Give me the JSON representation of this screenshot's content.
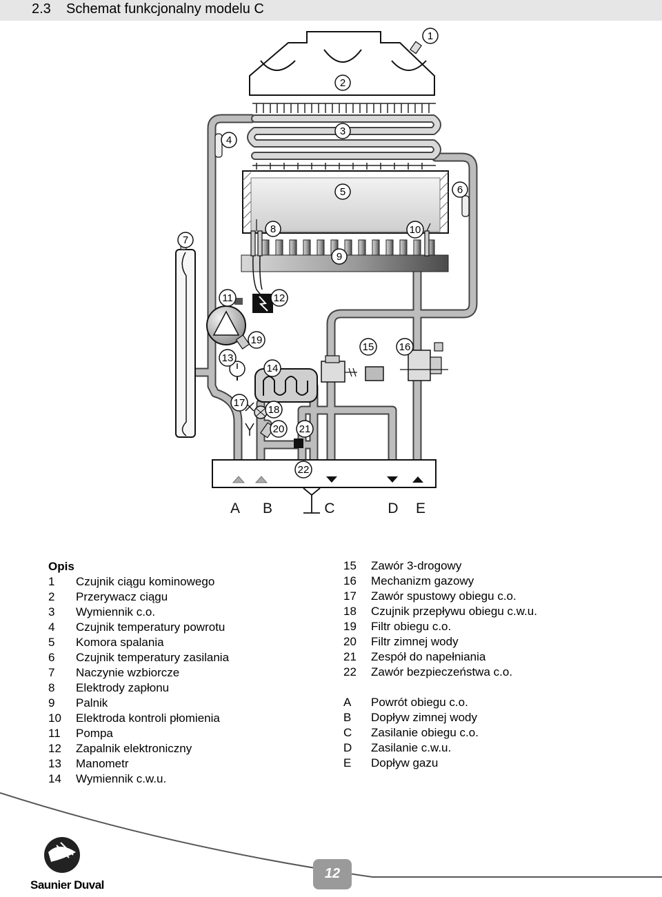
{
  "header": {
    "title": "2.3    Schemat funkcjonalny modelu C"
  },
  "diagram": {
    "markers": [
      "1",
      "2",
      "3",
      "4",
      "5",
      "6",
      "7",
      "8",
      "9",
      "10",
      "11",
      "12",
      "13",
      "14",
      "15",
      "16",
      "17",
      "18",
      "19",
      "20",
      "21",
      "22"
    ],
    "connections": [
      "A",
      "B",
      "C",
      "D",
      "E"
    ]
  },
  "legend": {
    "heading": "Opis",
    "left": [
      {
        "num": "1",
        "text": "Czujnik ciągu kominowego"
      },
      {
        "num": "2",
        "text": "Przerywacz ciągu"
      },
      {
        "num": "3",
        "text": "Wymiennik c.o."
      },
      {
        "num": "4",
        "text": "Czujnik temperatury powrotu"
      },
      {
        "num": "5",
        "text": "Komora spalania"
      },
      {
        "num": "6",
        "text": "Czujnik temperatury zasilania"
      },
      {
        "num": "7",
        "text": "Naczynie wzbiorcze"
      },
      {
        "num": "8",
        "text": "Elektrody zapłonu"
      },
      {
        "num": "9",
        "text": "Palnik"
      },
      {
        "num": "10",
        "text": "Elektroda kontroli płomienia"
      },
      {
        "num": "11",
        "text": "Pompa"
      },
      {
        "num": "12",
        "text": "Zapalnik elektroniczny"
      },
      {
        "num": "13",
        "text": "Manometr"
      },
      {
        "num": "14",
        "text": "Wymiennik c.w.u."
      }
    ],
    "right": [
      {
        "num": "15",
        "text": "Zawór 3-drogowy"
      },
      {
        "num": "16",
        "text": "Mechanizm gazowy"
      },
      {
        "num": "17",
        "text": "Zawór spustowy obiegu c.o."
      },
      {
        "num": "18",
        "text": "Czujnik przepływu obiegu c.w.u."
      },
      {
        "num": "19",
        "text": "Filtr obiegu c.o."
      },
      {
        "num": "20",
        "text": "Filtr zimnej wody"
      },
      {
        "num": "21",
        "text": "Zespół do napełniania"
      },
      {
        "num": "22",
        "text": "Zawór bezpieczeństwa c.o."
      }
    ],
    "connections": [
      {
        "num": "A",
        "text": "Powrót obiegu c.o."
      },
      {
        "num": "B",
        "text": "Dopływ zimnej wody"
      },
      {
        "num": "C",
        "text": "Zasilanie obiegu c.o."
      },
      {
        "num": "D",
        "text": "Zasilanie c.w.u."
      },
      {
        "num": "E",
        "text": "Dopływ gazu"
      }
    ]
  },
  "footer": {
    "brand": "Saunier Duval",
    "page_number": "12"
  },
  "colors": {
    "pipe_fill": "#bdbdbd",
    "header_bar": "#e6e6e6",
    "page_badge": "#9a9a9a"
  }
}
